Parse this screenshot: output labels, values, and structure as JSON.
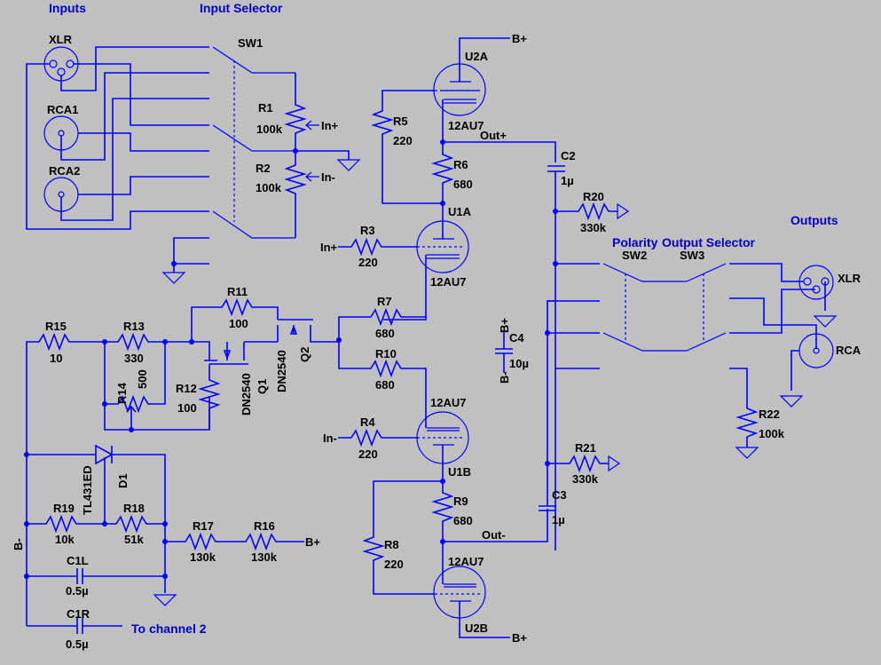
{
  "headers": {
    "inputs": "Inputs",
    "input_selector": "Input Selector",
    "outputs": "Outputs",
    "polarity": "Polarity",
    "output_selector": "Output Selector",
    "to_channel_2": "To channel 2"
  },
  "connectors": {
    "xlr_in": "XLR",
    "rca1": "RCA1",
    "rca2": "RCA2",
    "xlr_out": "XLR",
    "rca_out": "RCA"
  },
  "switches": {
    "sw1": "SW1",
    "sw2": "SW2",
    "sw3": "SW3"
  },
  "nets": {
    "in_plus": "In+",
    "in_minus": "In-",
    "out_plus": "Out+",
    "out_minus": "Out-",
    "b_plus": "B+",
    "b_minus": "B-"
  },
  "tubes": {
    "u2a": {
      "ref": "U2A",
      "type": "12AU7"
    },
    "u1a": {
      "ref": "U1A",
      "type": "12AU7"
    },
    "u1b": {
      "ref": "U1B",
      "type": "12AU7"
    },
    "u2b": {
      "ref": "U2B",
      "type": "12AU7"
    }
  },
  "resistors": {
    "r1": {
      "ref": "R1",
      "value": "100k"
    },
    "r2": {
      "ref": "R2",
      "value": "100k"
    },
    "r3": {
      "ref": "R3",
      "value": "220"
    },
    "r4": {
      "ref": "R4",
      "value": "220"
    },
    "r5": {
      "ref": "R5",
      "value": "220"
    },
    "r6": {
      "ref": "R6",
      "value": "680"
    },
    "r7": {
      "ref": "R7",
      "value": "680"
    },
    "r8": {
      "ref": "R8",
      "value": "220"
    },
    "r9": {
      "ref": "R9",
      "value": "680"
    },
    "r10": {
      "ref": "R10",
      "value": "680"
    },
    "r11": {
      "ref": "R11",
      "value": "100"
    },
    "r12": {
      "ref": "R12",
      "value": "100"
    },
    "r13": {
      "ref": "R13",
      "value": "330"
    },
    "r14": {
      "ref": "R14",
      "value": "500"
    },
    "r15": {
      "ref": "R15",
      "value": "10"
    },
    "r16": {
      "ref": "R16",
      "value": "130k"
    },
    "r17": {
      "ref": "R17",
      "value": "130k"
    },
    "r18": {
      "ref": "R18",
      "value": "51k"
    },
    "r19": {
      "ref": "R19",
      "value": "10k"
    },
    "r20": {
      "ref": "R20",
      "value": "330k"
    },
    "r21": {
      "ref": "R21",
      "value": "330k"
    },
    "r22": {
      "ref": "R22",
      "value": "100k"
    }
  },
  "capacitors": {
    "c1l": {
      "ref": "C1L",
      "value": "0.5µ"
    },
    "c1r": {
      "ref": "C1R",
      "value": "0.5µ"
    },
    "c2": {
      "ref": "C2",
      "value": "1µ"
    },
    "c3": {
      "ref": "C3",
      "value": "1µ"
    },
    "c4": {
      "ref": "C4",
      "value": "10µ"
    }
  },
  "semis": {
    "q1": {
      "ref": "Q1",
      "type": "DN2540"
    },
    "q2": {
      "ref": "Q2",
      "type": "DN2540"
    },
    "d1": {
      "ref": "D1",
      "type": "TL431ED"
    }
  }
}
